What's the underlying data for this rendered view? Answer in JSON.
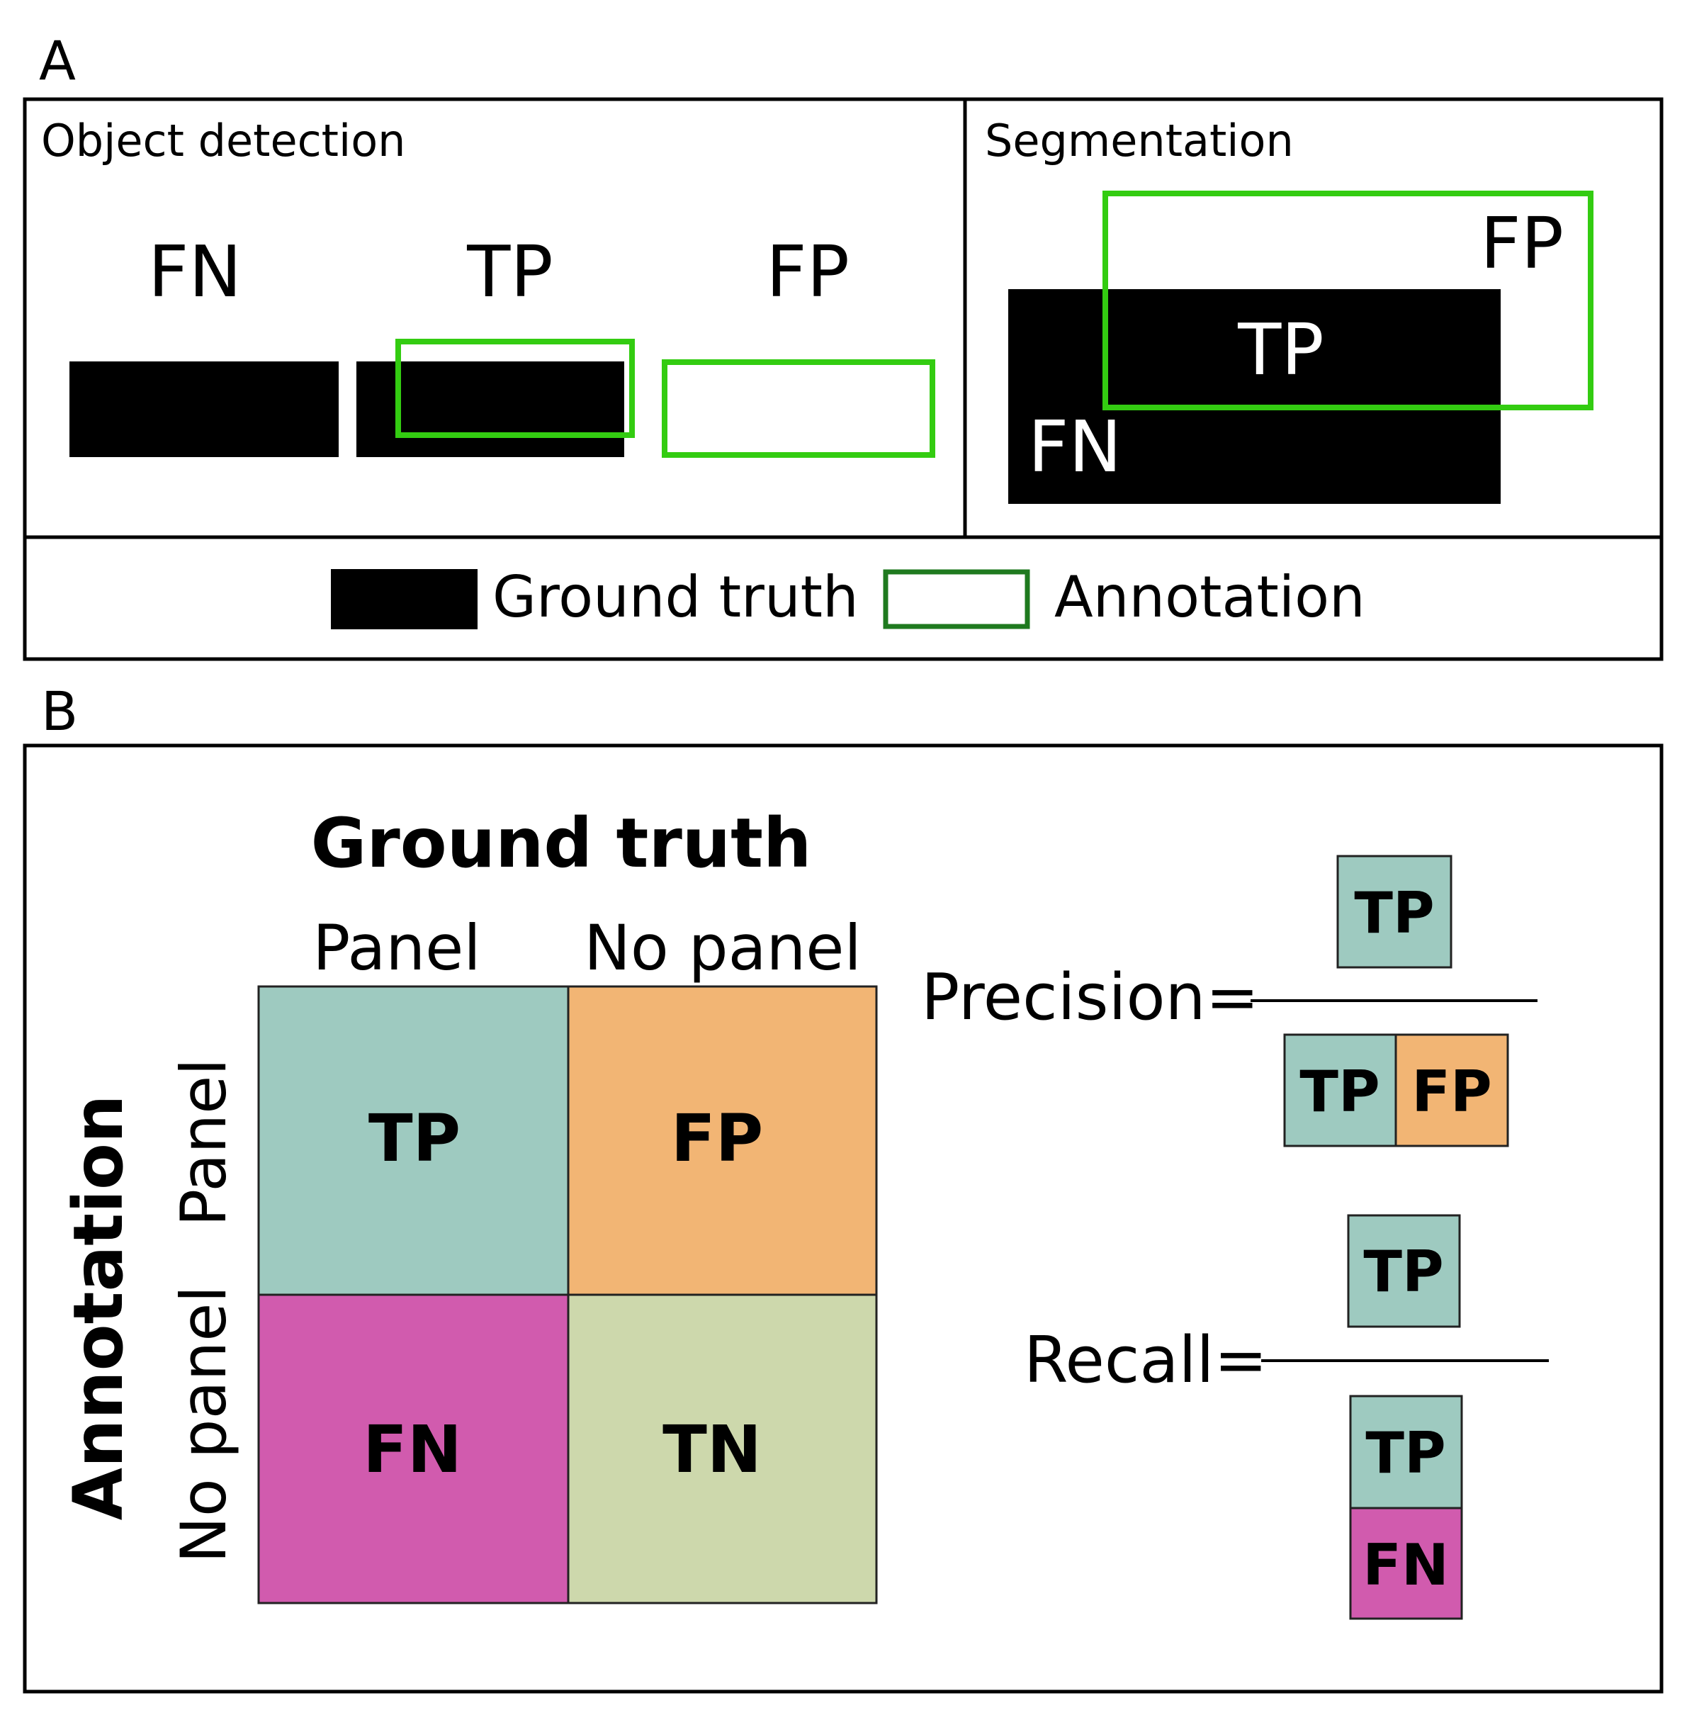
{
  "panel_a": {
    "label": "A",
    "object_detection": {
      "title": "Object detection",
      "fn_label": "FN",
      "tp_label": "TP",
      "fp_label": "FP"
    },
    "segmentation": {
      "title": "Segmentation",
      "fp_label": "FP",
      "tp_label": "TP",
      "fn_label": "FN"
    },
    "legend": {
      "ground_truth": "Ground truth",
      "annotation": "Annotation"
    }
  },
  "panel_b": {
    "label": "B",
    "matrix": {
      "col_header": "Ground truth",
      "col_labels": [
        "Panel",
        "No panel"
      ],
      "row_header": "Annotation",
      "row_labels": [
        "Panel",
        "No panel"
      ],
      "cells": {
        "tp": "TP",
        "fp": "FP",
        "fn": "FN",
        "tn": "TN"
      }
    },
    "precision": {
      "label": "Precision=",
      "numerator": "TP",
      "denominator": [
        "TP",
        "FP"
      ]
    },
    "recall": {
      "label": "Recall=",
      "numerator": "TP",
      "denominator": [
        "TP",
        "FN"
      ]
    }
  },
  "colors": {
    "ground_truth": "#000000",
    "annotation_box": "#33cc11",
    "annotation_legend": "#1f7a1f",
    "tp": "#9ecac0",
    "fp": "#f2b574",
    "fn": "#d15bae",
    "tn": "#cdd8ac"
  }
}
